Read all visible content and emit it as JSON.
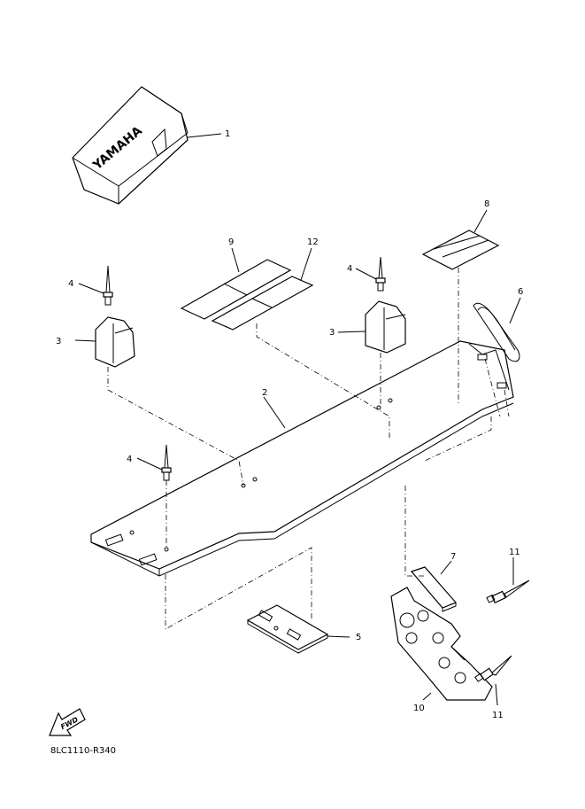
{
  "diagram": {
    "code": "8LC1110-R340",
    "brand_text": "YAMAHA",
    "fwd_text": "FWD",
    "callouts": [
      "1",
      "2",
      "3",
      "4",
      "5",
      "6",
      "7",
      "8",
      "9",
      "10",
      "11",
      "12"
    ],
    "callout_extra": [
      "3",
      "4",
      "4",
      "11"
    ]
  }
}
